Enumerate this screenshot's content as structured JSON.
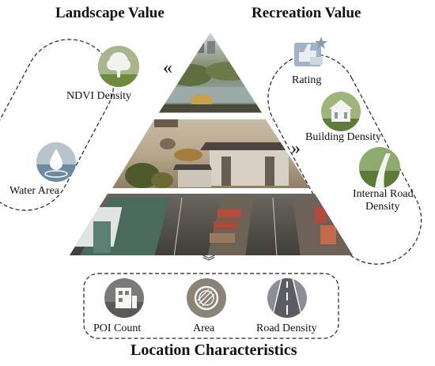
{
  "titles": {
    "landscape": "Landscape Value",
    "recreation": "Recreation Value",
    "location": "Location Characteristics"
  },
  "landscape_items": [
    {
      "label": "NDVI Density",
      "icon": "tree-icon"
    },
    {
      "label": "Water Area",
      "icon": "water-drop-icon"
    }
  ],
  "recreation_items": [
    {
      "label": "Rating",
      "icon": "thumbs-up-rating-icon"
    },
    {
      "label": "Building Density",
      "icon": "building-icon"
    },
    {
      "label": "Internal Road Density",
      "label_line1": "Internal Road",
      "label_line2": "Density",
      "icon": "road-icon"
    }
  ],
  "location_items": [
    {
      "label": "POI Count",
      "icon": "poi-building-icon"
    },
    {
      "label": "Area",
      "icon": "area-icon"
    },
    {
      "label": "Road Density",
      "icon": "road-density-icon"
    }
  ],
  "arrows": {
    "left": "«",
    "right": "»",
    "down": "︾"
  },
  "colors": {
    "dash": "#222222",
    "sky": "#c9d3d8",
    "water": "#8a9ea0",
    "plaza": "#b9a990",
    "street": "#5a5550"
  }
}
